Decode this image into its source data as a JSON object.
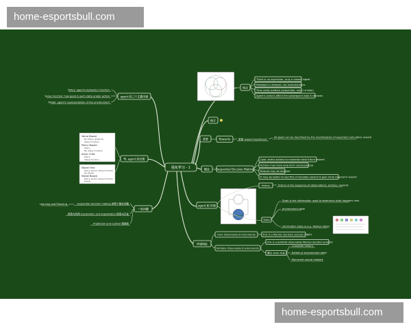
{
  "watermarks": {
    "top": "home-esportsbull.com",
    "bottom": "home-esportsbull.com"
  },
  "mindmap": {
    "center": "强化学习 - 1",
    "branches": {
      "agent_parts": {
        "label": "agent 的三个主要内容",
        "items": [
          "Policy: agent's behaviour function",
          "Value function: how good is each state and/or action",
          "Model: agent's representation of the environment"
        ]
      },
      "rl_classes": {
        "label": "RL agent 的分类",
        "items_1": [
          "Value Based",
          "No Policy (Implicit)",
          "Value Function",
          "Policy Based",
          "Policy",
          "No Value Function",
          "Actor Critic",
          "Policy",
          "Value Function"
        ],
        "items_2": [
          "Model Free",
          "Policy and/or Value Function",
          "No Model",
          "Model Based",
          "Policy and/or Value Function",
          "Model"
        ]
      },
      "problems": {
        "label": "一些问题",
        "items": [
          "sequential decision making 的两个基本问题",
          "Learning and Planning",
          "探索与利用 Exploration and Exploitation 探索与开发",
          "Prediction and Control 预测和"
        ]
      },
      "characteristics": {
        "label": "特点",
        "items": [
          "There is no supervisor, only a reward signal",
          "Feedback is delayed, not instantaneous",
          "Time really matters (sequential, non i.i.d data)",
          "Agent's actions affect the subsequent data it receives"
        ]
      },
      "examples": {
        "label": "例子"
      },
      "rewards": {
        "label": "奖赏",
        "node": "Rewards",
        "sub": "奖赏 reward hypothesis",
        "desc": "All goals can be described by the maximisation of expected cumulative reward"
      },
      "concepts": {
        "label": "概念",
        "node": "Sequential Decision Making",
        "items": [
          "Goal: select actions to maximise total future reward",
          "Actions may have long term consequences",
          "Reward may be delayed",
          "It may be better to sacrifice immediate reward to gain more long-term reward"
        ]
      },
      "agent_env": {
        "label": "agent 和 环境",
        "history": "history",
        "history_desc": "history is the sequence of observations, actions, rewards",
        "state": "State",
        "state_desc": "State is the information used to determine what happens next",
        "env_state": "environment state",
        "info_state": "information state (a.k.a. Markov state)"
      },
      "env_types": {
        "label": "环境特征",
        "fully": "Fully Observable Environments",
        "fully_desc": "this is a Markov decision process (MDP)",
        "partial": "Partially Observable Environments",
        "partial_desc": "this is a partially observable Markov decision process",
        "build": "建立 state 方法",
        "build_items": [
          "Complete history:",
          "Beliefs of environment state",
          "Recurrent neural network"
        ]
      }
    }
  }
}
